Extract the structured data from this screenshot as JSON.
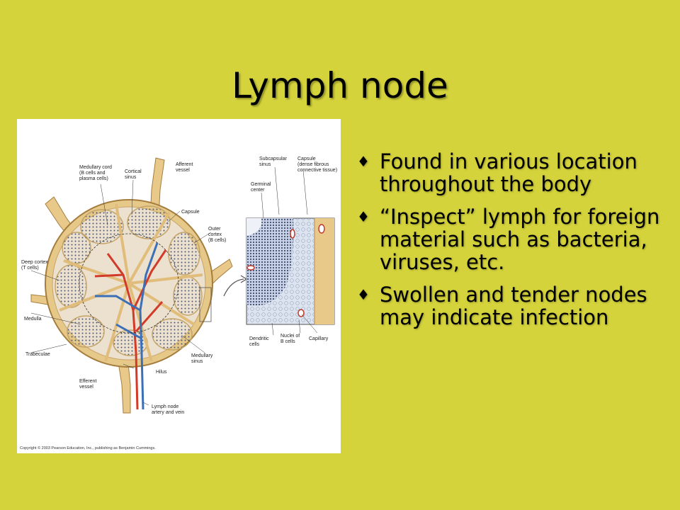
{
  "slide": {
    "title": "Lymph node",
    "bullets": [
      {
        "text": "Found in various location throughout the body",
        "marker": "♦"
      },
      {
        "text": "“Inspect” lymph for foreign material such as bacteria, viruses, etc.",
        "marker": "♦"
      },
      {
        "text": "Swollen and tender nodes may indicate infection",
        "marker": "♦"
      }
    ]
  },
  "figure": {
    "labels": {
      "medullary_cord": [
        "Medullary cord",
        "(B cells and",
        "plasma cells)"
      ],
      "cortical_sinus": [
        "Cortical",
        "sinus"
      ],
      "afferent_vessel": [
        "Afferent",
        "vessel"
      ],
      "capsule": "Capsule",
      "outer_cortex": [
        "Outer",
        "cortex",
        "(B cells)"
      ],
      "deep_cortex": [
        "Deep cortex",
        "(T cells)"
      ],
      "medulla": "Medulla",
      "trabeculae": "Trabeculae",
      "efferent_vessel": [
        "Efferent",
        "vessel"
      ],
      "hilus": "Hilus",
      "medullary_sinus": [
        "Medullary",
        "sinus"
      ],
      "lymph_node_artery_vein": [
        "Lymph node",
        "artery and vein"
      ],
      "subcapsular_sinus": [
        "Subcapsular",
        "sinus"
      ],
      "capsule_dense": [
        "Capsule",
        "(dense fibrous",
        "connective tissue)"
      ],
      "germinal_center": [
        "Germinal",
        "center"
      ],
      "dendritic_cells": [
        "Dendritic",
        "cells"
      ],
      "nuclei_b_cells": [
        "Nuclei of",
        "B cells"
      ],
      "capillary": "Capillary"
    },
    "copyright": "Copyright © 2003 Pearson Education, Inc., publishing as Benjamin Cummings."
  }
}
